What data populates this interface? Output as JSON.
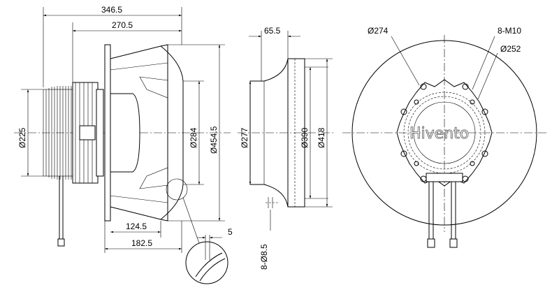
{
  "side_view": {
    "dim_overall_length": "346.5",
    "dim_impeller_length": "270.5",
    "dim_motor_diameter": "Ø225",
    "dim_inlet_diameter": "Ø284",
    "dim_impeller_diameter": "Ø454.5",
    "dim_flange_offset": "124.5",
    "dim_mount_length": "182.5"
  },
  "detail_view": {
    "dim_clearance": "5"
  },
  "inlet_ring_view": {
    "dim_ring_depth": "65.5",
    "dim_throat_diameter": "Ø277",
    "dim_bolt_circle": "Ø390",
    "dim_flange_diameter": "Ø418",
    "dim_holes": "8-Ø8.5"
  },
  "front_view": {
    "dim_outer_pcd": "Ø274",
    "dim_threads": "8-M10",
    "dim_inner_pcd": "Ø252",
    "watermark": "Hivento"
  }
}
